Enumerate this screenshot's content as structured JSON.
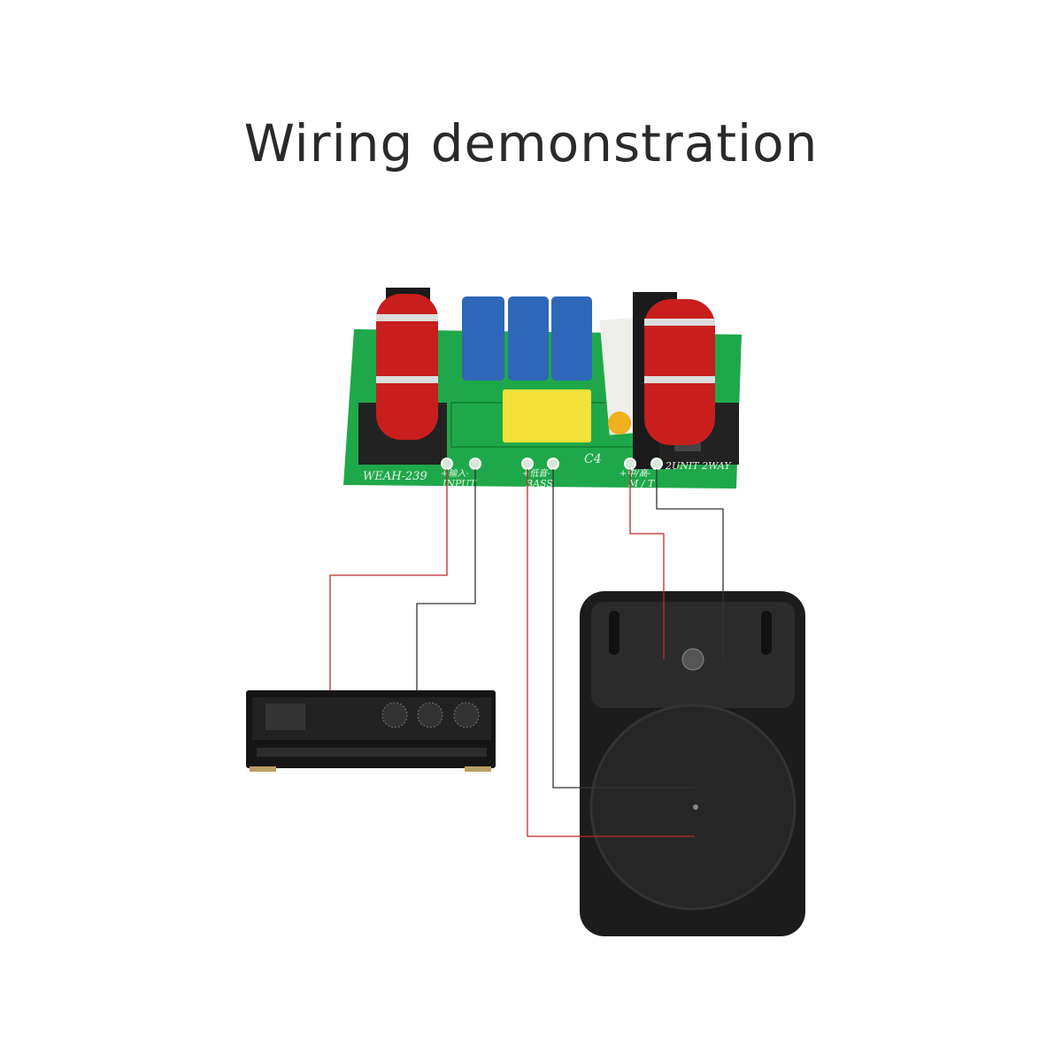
{
  "title": "Wiring demonstration",
  "board": {
    "model": "WEAH-239",
    "input_label_cn": "+输入-",
    "input_label": "INPUT",
    "bass_label_cn": "+低音-",
    "bass_label": "BASS",
    "mt_label_cn": "+中/高-",
    "mt_label": "M / T",
    "cap_label": "C4",
    "type_label": "2UNIT 2WAY"
  },
  "colors": {
    "positive_wire": "#c0282a",
    "negative_wire": "#333333",
    "pcb": "#1fa84a",
    "speaker": "#1c1c1c"
  }
}
